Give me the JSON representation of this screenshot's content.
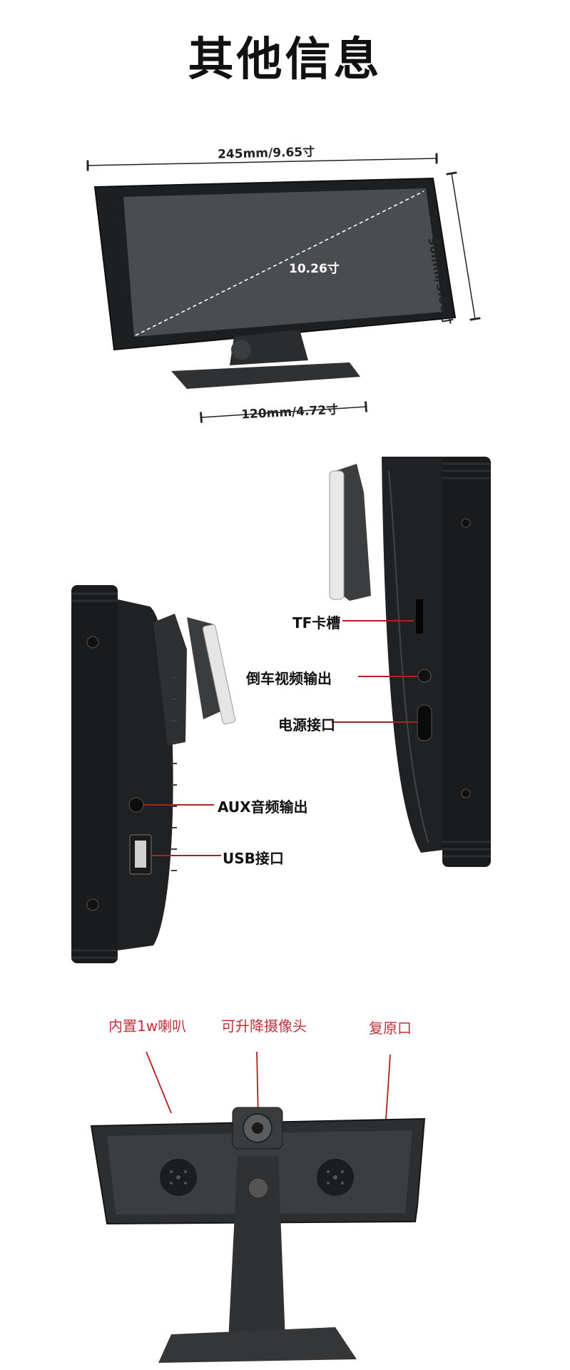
{
  "title": "其他信息",
  "dimensions": {
    "width": "245mm/9.65寸",
    "height": "98mm/3.86寸",
    "diagonal": "10.26寸",
    "base": "120mm/4.72寸"
  },
  "ports": {
    "tf": "TF卡槽",
    "reverse_video": "倒车视频输出",
    "power": "电源接口",
    "aux": "AUX音频输出",
    "usb": "USB接口"
  },
  "back": {
    "speaker": "内置1w喇叭",
    "camera": "可升降摄像头",
    "reset": "复原口"
  },
  "colors": {
    "label_red": "#c0303a",
    "line_red": "#b02020",
    "device": "#2a2c2e"
  }
}
